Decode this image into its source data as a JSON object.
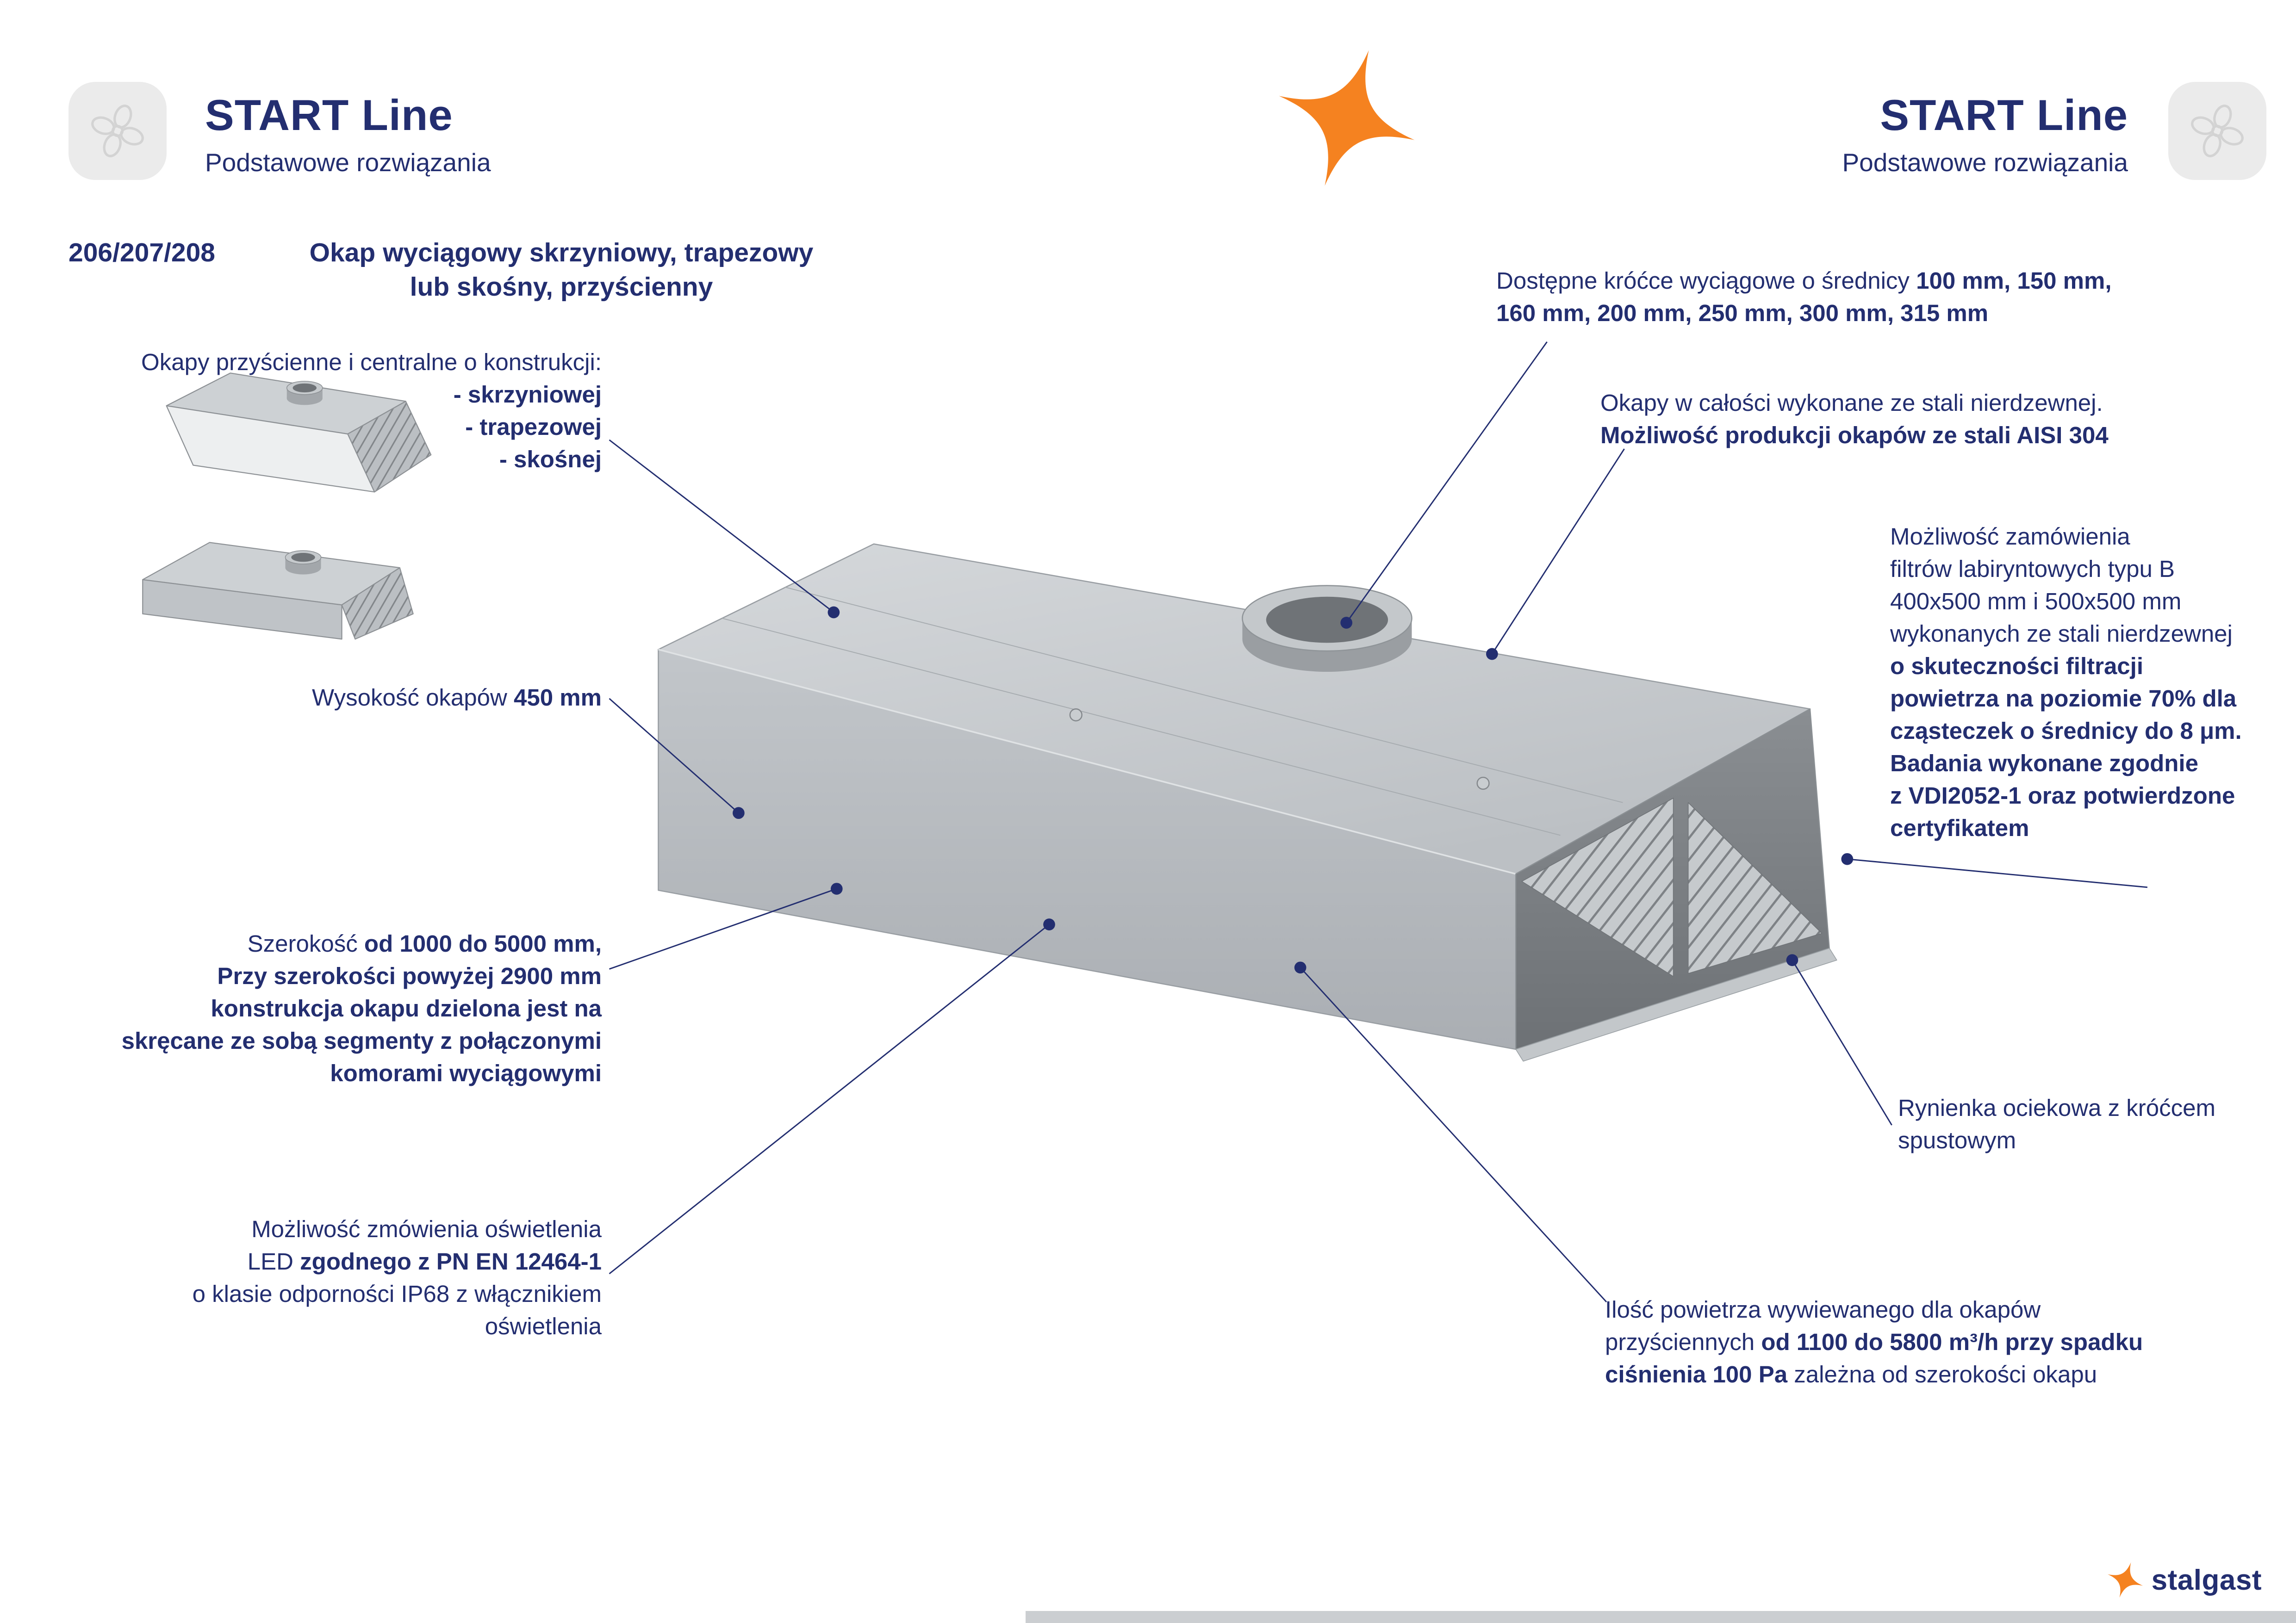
{
  "header": {
    "left": {
      "title": "START Line",
      "subtitle": "Podstawowe rozwiązania"
    },
    "right": {
      "title": "START Line",
      "subtitle": "Podstawowe rozwiązania"
    }
  },
  "product": {
    "code": "206/207/208",
    "title_line1": "Okap wyciągowy skrzyniowy, trapezowy",
    "title_line2": "lub skośny, przyścienny"
  },
  "annotations": {
    "construction": {
      "intro": "Okapy przyścienne i centralne o konstrukcji:",
      "item1": "- skrzyniowej",
      "item2": "- trapezowej",
      "item3": "- skośnej"
    },
    "height": {
      "label": "Wysokość okapów ",
      "value": "450 mm"
    },
    "width": {
      "l1a": "Szerokość ",
      "l1b": "od 1000 do 5000 mm,",
      "l2": "Przy szerokości powyżej 2900 mm",
      "l3": "konstrukcja okapu dzielona jest na",
      "l4": "skręcane ze sobą segmenty z połączonymi",
      "l5": "komorami wyciągowymi"
    },
    "led": {
      "l1": "Możliwość zmówienia oświetlenia",
      "l2a": "LED ",
      "l2b": "zgodnego z PN EN 12464-1",
      "l3": "o klasie odporności IP68 z włącznikiem",
      "l4": "oświetlenia"
    },
    "ducts": {
      "l1a": "Dostępne króćce wyciągowe o średnicy ",
      "l1b": "100 mm, 150 mm,",
      "l2b": "160 mm, 200 mm, 250 mm, 300 mm, 315 mm"
    },
    "steel": {
      "l1": "Okapy w całości wykonane ze stali nierdzewnej.",
      "l2": "Możliwość produkcji okapów ze stali AISI 304"
    },
    "filters": {
      "l1": "Możliwość zamówienia",
      "l2": "filtrów labiryntowych typu B",
      "l3": "400x500 mm i 500x500 mm",
      "l4": "wykonanych ze stali nierdzewnej",
      "l5": "o skuteczności filtracji",
      "l6": "powietrza na poziomie 70% dla",
      "l7": "cząsteczek o średnicy do 8 μm.",
      "l8": "Badania wykonane zgodnie",
      "l9": "z VDI2052-1 oraz potwierdzone",
      "l10": "certyfikatem"
    },
    "gutter": {
      "l1": "Rynienka ociekowa z króćcem",
      "l2": "spustowym"
    },
    "airflow": {
      "l1": "Ilość powietrza wywiewanego dla okapów",
      "l2a": "przyściennych ",
      "l2b": "od 1100 do 5800 m³/h przy spadku",
      "l3b": "ciśnienia 100 Pa ",
      "l3a": "zależna od szerokości okapu"
    }
  },
  "footer": {
    "logo_text": "stalgast"
  },
  "icons": {
    "fan": "fan-icon",
    "sparkle": "sparkle-star-icon",
    "logo_star": "logo-star-icon"
  },
  "colors": {
    "navy": "#232e70",
    "orange": "#f58220"
  }
}
